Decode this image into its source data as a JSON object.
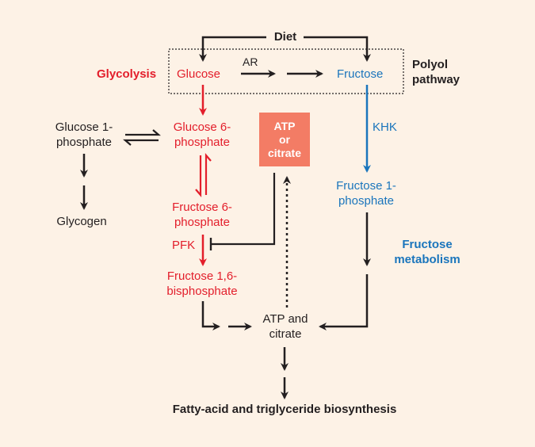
{
  "labels": {
    "diet": "Diet",
    "glycolysis": "Glycolysis",
    "glucose": "Glucose",
    "ar": "AR",
    "fructose": "Fructose",
    "polyol_pathway": [
      "Polyol",
      "pathway"
    ],
    "glucose_1_phosphate": [
      "Glucose 1-",
      "phosphate"
    ],
    "glucose_6_phosphate": [
      "Glucose 6-",
      "phosphate"
    ],
    "atp_or_citrate": [
      "ATP",
      "or",
      "citrate"
    ],
    "khk": "KHK",
    "glycogen": "Glycogen",
    "fructose_6_phosphate": [
      "Fructose 6-",
      "phosphate"
    ],
    "fructose_1_phosphate": [
      "Fructose 1-",
      "phosphate"
    ],
    "pfk": "PFK",
    "fructose_metabolism": [
      "Fructose",
      "metabolism"
    ],
    "fructose_1_6_bisphosphate": [
      "Fructose 1,6-",
      "bisphosphate"
    ],
    "atp_and_citrate": [
      "ATP and",
      "citrate"
    ],
    "fatty_acid_biosynthesis": "Fatty-acid and triglyceride biosynthesis"
  },
  "colors": {
    "background": "#fdf2e6",
    "glycolysis_red": "#e31e2b",
    "fructose_blue": "#1a75bc",
    "atp_box": "#f37c65",
    "ink": "#231f20"
  }
}
